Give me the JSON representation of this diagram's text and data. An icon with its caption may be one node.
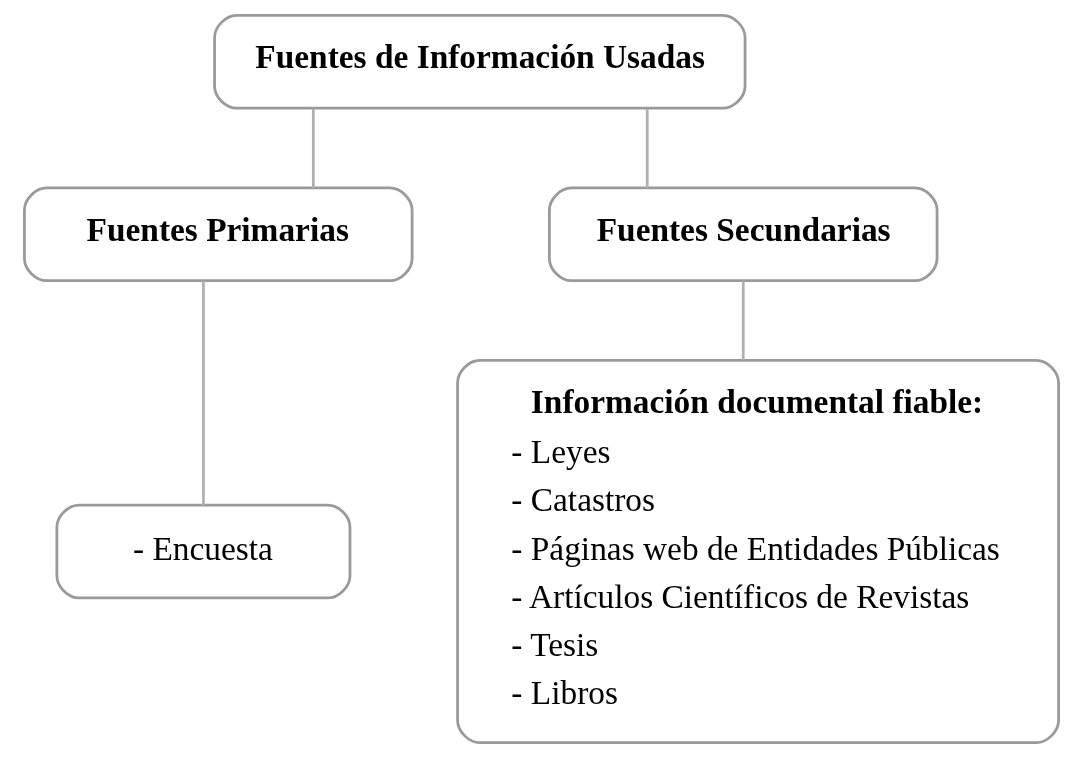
{
  "diagram": {
    "nodes": [
      {
        "text": [
          "Fuentes de Información Usadas"
        ]
      },
      {
        "text": [
          "Fuentes Primarias"
        ]
      },
      {
        "text": [
          "Fuentes Secundarias"
        ]
      },
      {
        "text": [
          "- Encuesta"
        ]
      },
      {
        "text": [
          "Información documental fiable:",
          "- Leyes",
          "- Catastros",
          "- Páginas web de Entidades Públicas",
          "- Artículos Científicos de Revistas",
          "- Tesis",
          "- Libros"
        ]
      }
    ],
    "edges": [
      {
        "from": 0,
        "to": 1,
        "arrow": "none"
      },
      {
        "from": 0,
        "to": 2,
        "arrow": "none"
      },
      {
        "from": 1,
        "to": 3,
        "arrow": "none"
      },
      {
        "from": 2,
        "to": 4,
        "arrow": "none"
      }
    ]
  }
}
